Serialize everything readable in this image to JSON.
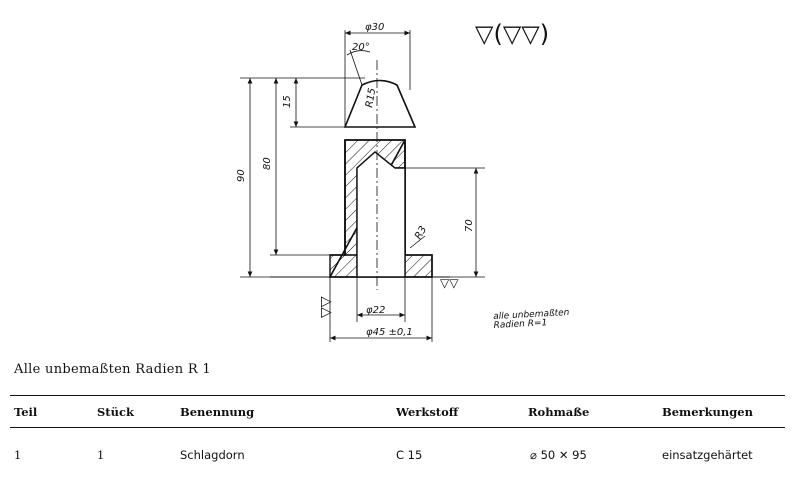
{
  "drawing": {
    "surface_symbol": "▽(▽▽)",
    "dimensions": {
      "d30": "φ30",
      "angle": "20°",
      "r15": "R15",
      "d22": "φ22",
      "d45": "φ45 ±0,1",
      "h70": "70",
      "h_total": "90",
      "h_mid": "80",
      "h_top": "15",
      "r3": "R3"
    },
    "note_line1": "alle unbemaßten",
    "note_line2": "Radien R=1"
  },
  "caption": "Alle unbemaßten Radien R 1",
  "table": {
    "headers": [
      "Teil",
      "Stück",
      "Benennung",
      "Werkstoff",
      "Rohmaße",
      "Bemerkungen"
    ],
    "row": {
      "teil": "1",
      "stueck": "1",
      "benennung": "Schlagdorn",
      "werkstoff": "C 15",
      "rohmasse": "⌀ 50 ✕ 95",
      "bemerkungen": "einsatzgehärtet"
    }
  }
}
